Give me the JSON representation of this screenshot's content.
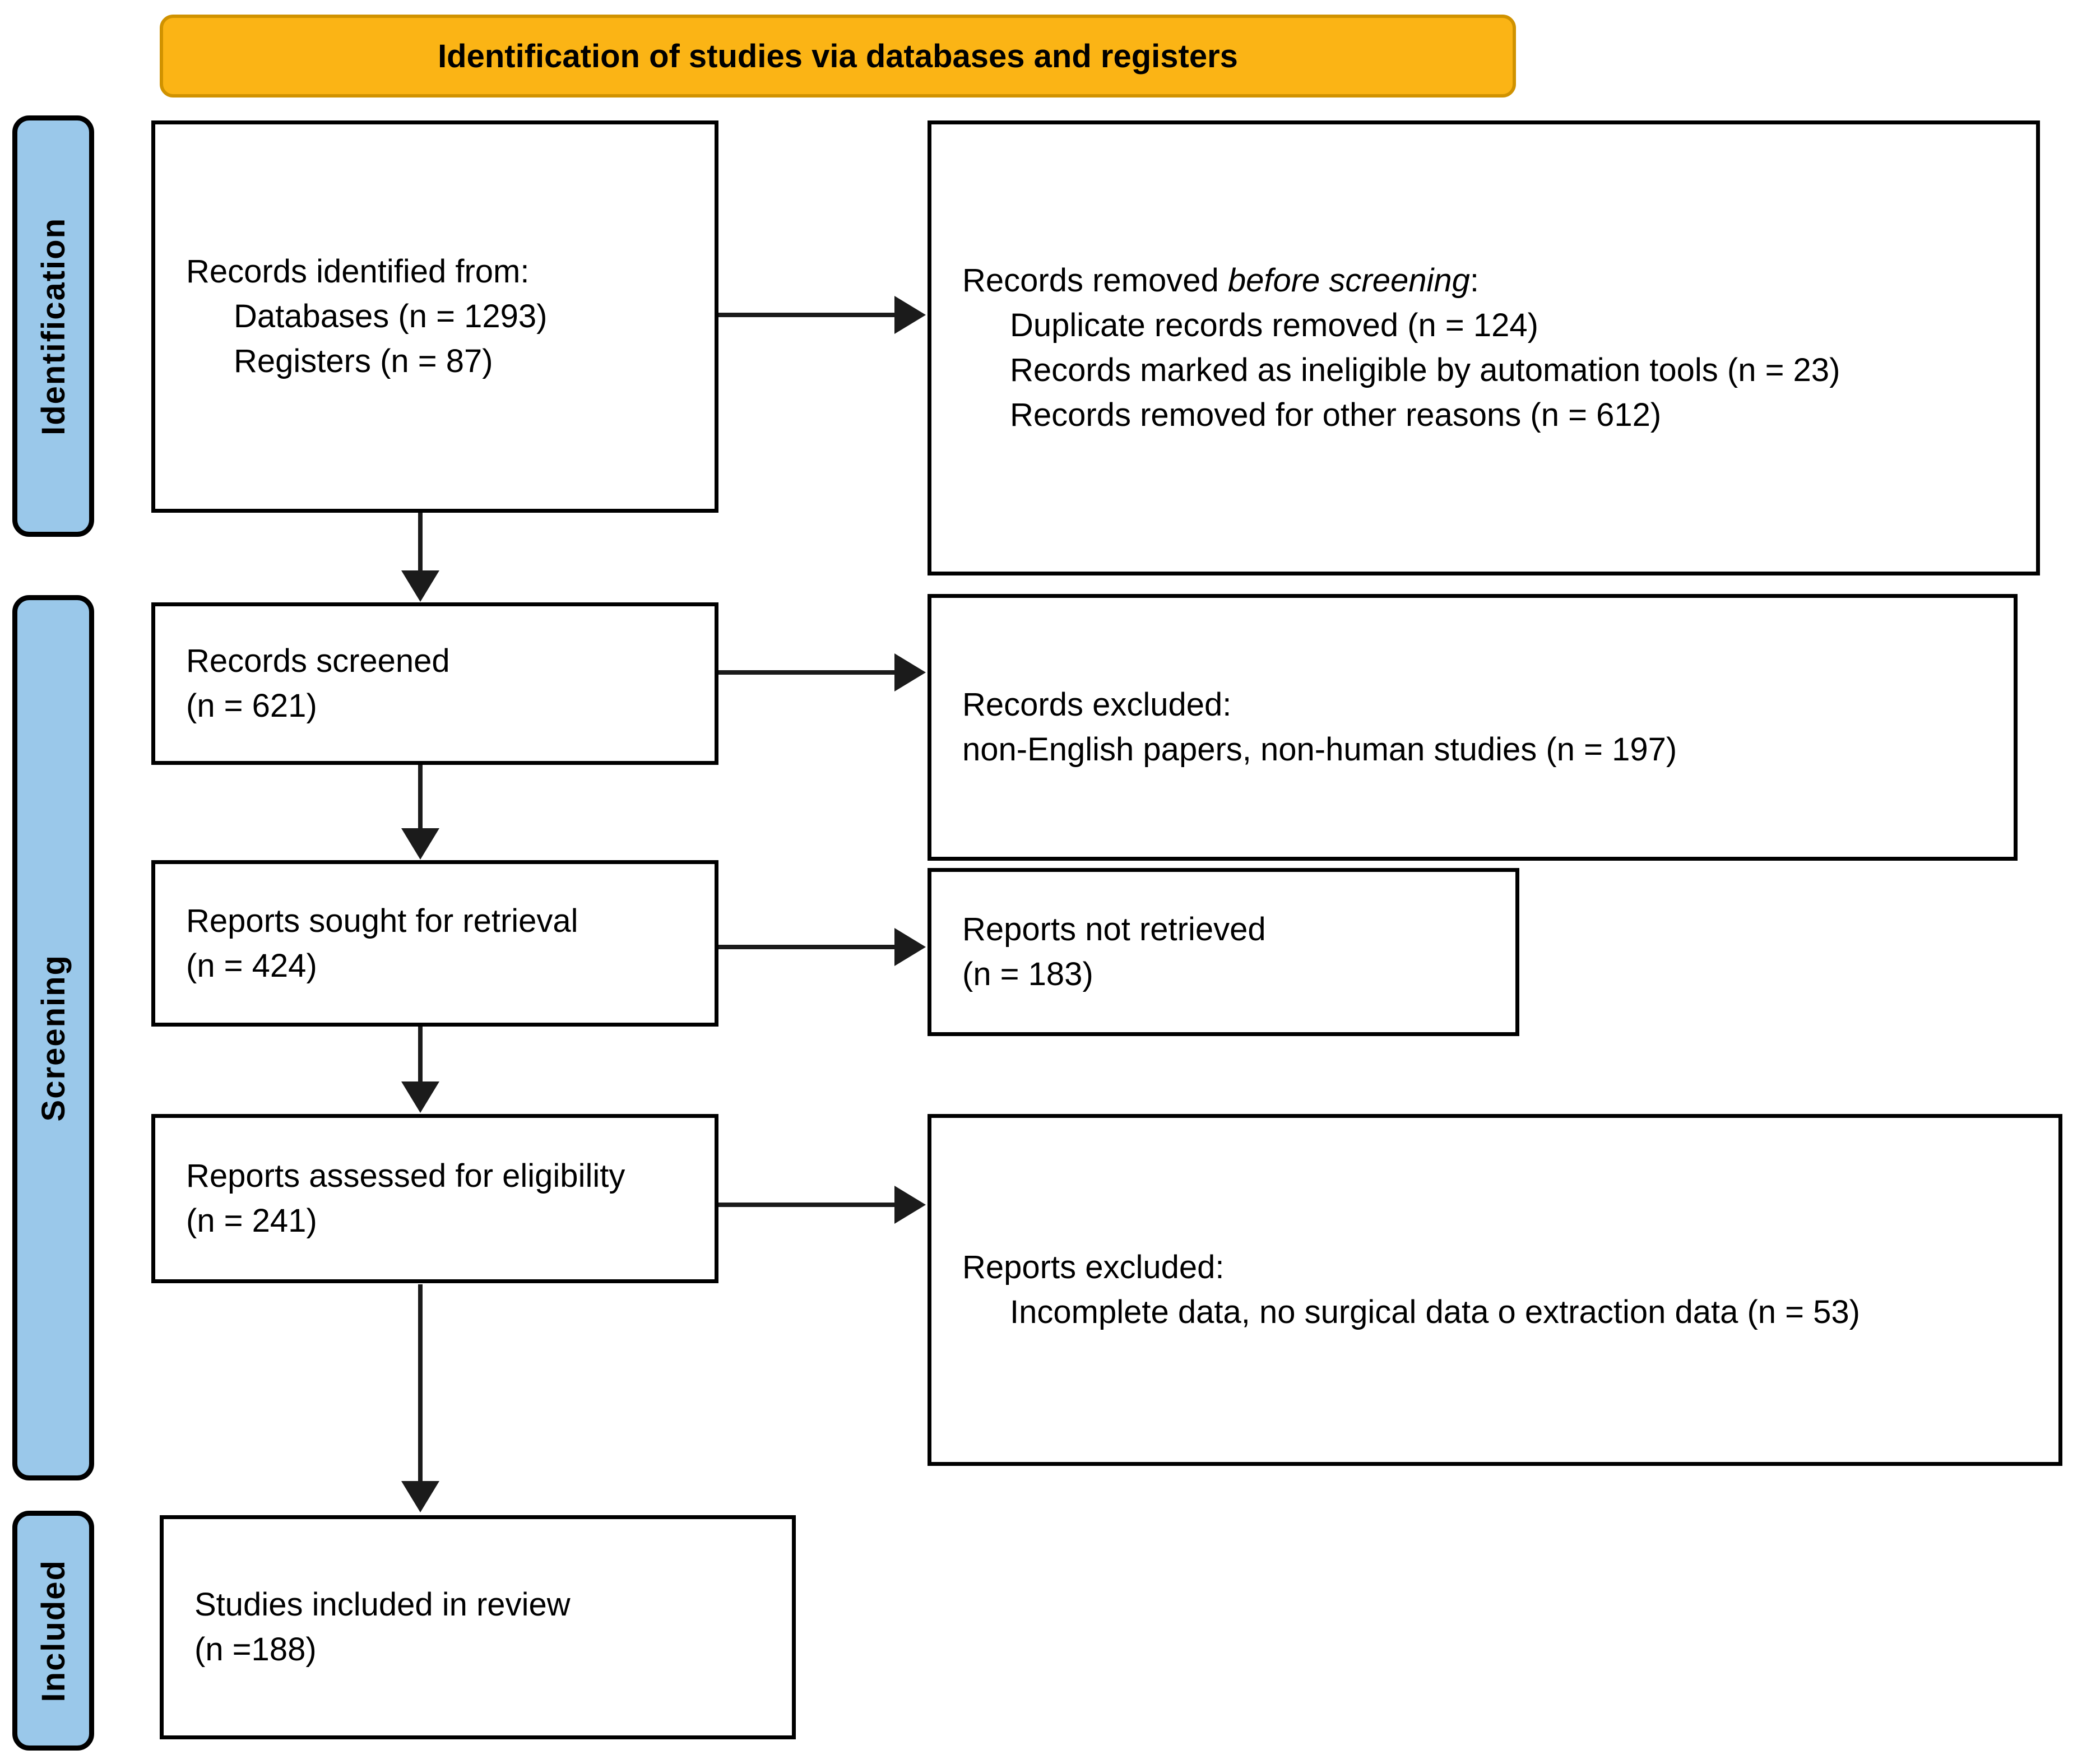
{
  "banner": {
    "title": "Identification of studies via databases and registers"
  },
  "sidebar": {
    "stages": [
      {
        "label": "Identification"
      },
      {
        "label": "Screening"
      },
      {
        "label": "Included"
      }
    ]
  },
  "boxes": {
    "records_identified": {
      "lines": [
        "Records identified from:",
        "Databases (n = 1293)",
        "Registers (n = 87)"
      ]
    },
    "records_removed": {
      "title": {
        "prefix": "Records removed ",
        "italic": "before screening",
        "suffix": ":"
      },
      "lines": [
        "Duplicate records removed (n = 124)",
        "Records marked as ineligible by automation tools (n = 23)",
        "Records removed for other reasons (n = 612)"
      ]
    },
    "records_screened": {
      "lines": [
        "Records screened",
        "(n = 621)"
      ]
    },
    "records_excluded": {
      "lines": [
        "Records excluded:",
        "non-English papers, non-human studies (n = 197)"
      ]
    },
    "reports_sought": {
      "lines": [
        "Reports sought for retrieval",
        "(n = 424)"
      ]
    },
    "reports_not_retrieved": {
      "lines": [
        "Reports not retrieved",
        "(n = 183)"
      ]
    },
    "reports_assessed": {
      "lines": [
        "Reports assessed for eligibility",
        "(n = 241)"
      ]
    },
    "reports_excluded": {
      "lines": [
        "Reports excluded:",
        "Incomplete data, no surgical data o extraction data (n = 53)"
      ]
    },
    "studies_included": {
      "lines": [
        "Studies included in review",
        "(n =188)"
      ]
    }
  },
  "colors": {
    "banner_fill": "#FBB415",
    "banner_border": "#D09200",
    "stage_label_fill": "#9AC8EA",
    "box_border": "#000000",
    "arrow": "#1B1B1B"
  }
}
